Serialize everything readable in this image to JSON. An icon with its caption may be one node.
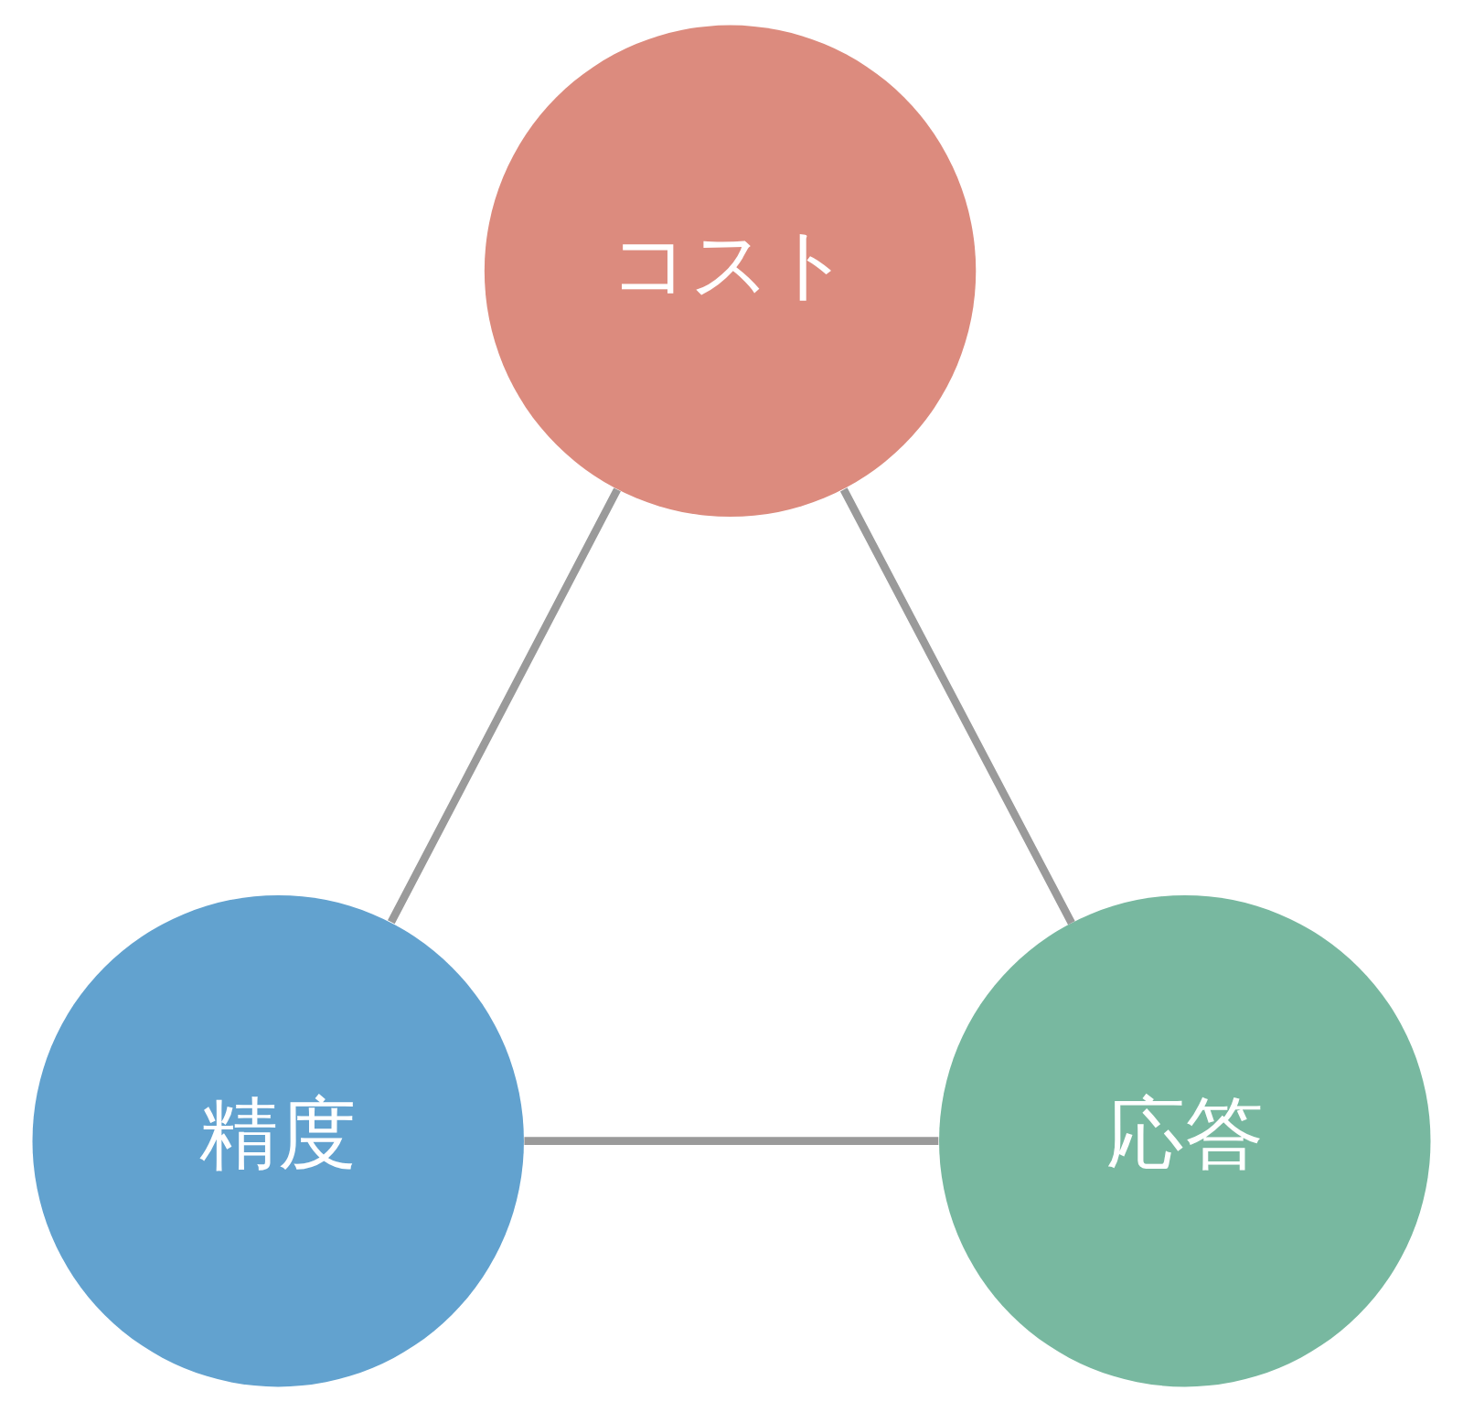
{
  "diagram": {
    "nodes": [
      {
        "text": [
          "コスト"
        ]
      },
      {
        "text": [
          "精度"
        ]
      },
      {
        "text": [
          "応答"
        ]
      }
    ],
    "edges": [
      {
        "from": 0,
        "to": 1,
        "arrow": "none"
      },
      {
        "from": 0,
        "to": 2,
        "arrow": "none"
      },
      {
        "from": 1,
        "to": 2,
        "arrow": "none"
      }
    ]
  }
}
